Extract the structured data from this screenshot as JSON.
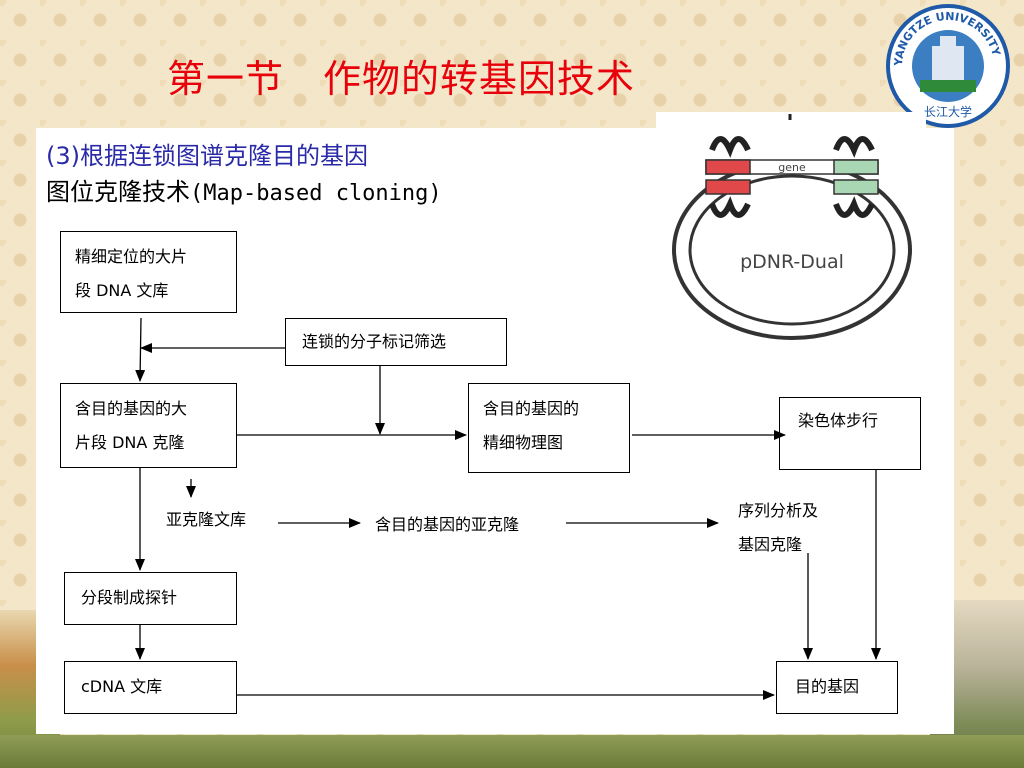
{
  "slide": {
    "title": "第一节　作物的转基因技术",
    "subtitle": "(3)根据连锁图谱克隆目的基因",
    "heading_cn": "图位克隆技术",
    "heading_en": "(Map-based cloning)"
  },
  "logo": {
    "arc_text": "YANGTZE UNIVERSITY",
    "bottom_text": "长江大学"
  },
  "plasmid": {
    "name": "pDNR-Dual",
    "gene_label": "gene"
  },
  "colors": {
    "title": "#e8000b",
    "subtitle": "#2a2aa8",
    "plasmid_red": "#e0484a",
    "plasmid_green": "#a9d6b3"
  },
  "flowchart": {
    "nodes": {
      "large_library": [
        "精细定位的大片",
        "段 DNA 文库"
      ],
      "marker_screen": "连锁的分子标记筛选",
      "large_clone": [
        "含目的基因的大",
        "片段 DNA 克隆"
      ],
      "physical_map": [
        "含目的基因的",
        "精细物理图"
      ],
      "chromosome_walk": "染色体步行",
      "subclone_library": "亚克隆文库",
      "subclone": "含目的基因的亚克隆",
      "sequence_analysis": [
        "序列分析及",
        "基因克隆"
      ],
      "probe": "分段制成探针",
      "cdna_library": "cDNA 文库",
      "target_gene": "目的基因"
    }
  }
}
